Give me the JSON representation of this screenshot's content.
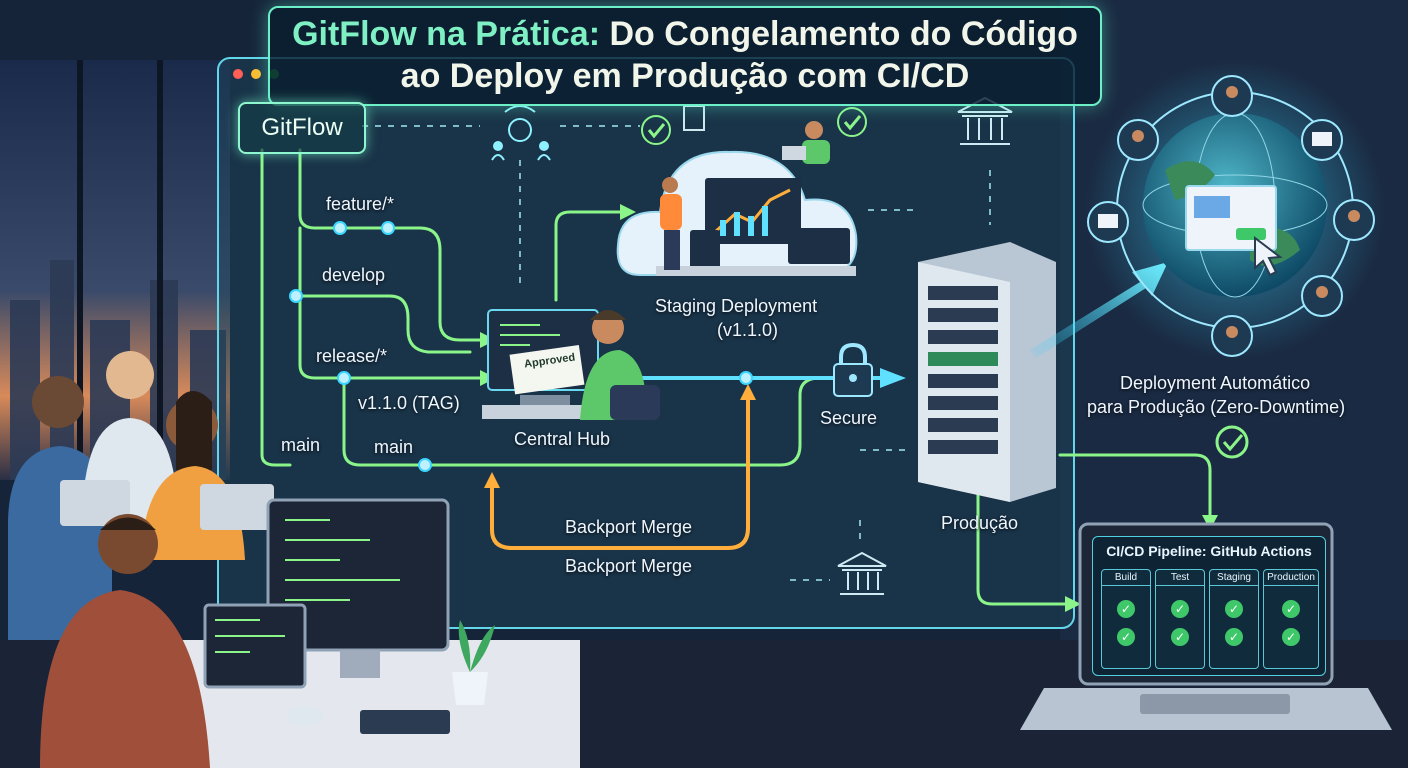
{
  "title": {
    "line1_accent": "GitFlow na Prática:",
    "line1_rest": " Do Congelamento do Código",
    "line2": "ao Deploy em Produção com CI/CD"
  },
  "gitflow_label": "GitFlow",
  "branches": {
    "feature": "feature/*",
    "develop": "develop",
    "release": "release/*",
    "tag": "v1.1.0 (TAG)",
    "main_left": "main",
    "main_center": "main"
  },
  "nodes": {
    "central_hub": "Central Hub",
    "staging_title": "Staging Deployment",
    "staging_version": "(v1.1.0)",
    "secure": "Secure",
    "producao": "Produção",
    "approved": "Approved",
    "deploy_line1": "Deployment Automático",
    "deploy_line2": "para Produção (Zero-Downtime)"
  },
  "backport": {
    "label_upper": "Backport Merge",
    "label_lower": "Backport Merge"
  },
  "pipeline": {
    "title": "CI/CD Pipeline: GitHub Actions",
    "stages": [
      {
        "name": "Build",
        "checks": 2
      },
      {
        "name": "Test",
        "checks": 2
      },
      {
        "name": "Staging",
        "checks": 2
      },
      {
        "name": "Production",
        "checks": 2
      }
    ]
  },
  "icons": [
    "lock-icon",
    "bank-icon",
    "check-icon",
    "globe-icon",
    "user-icon",
    "server-icon",
    "cloud-icon"
  ],
  "colors": {
    "accent_green": "#7ff0c4",
    "flow_green": "#8cf58a",
    "flow_cyan": "#5fe0ff",
    "backport_orange": "#ffae3c",
    "check_green": "#3fc86a"
  }
}
